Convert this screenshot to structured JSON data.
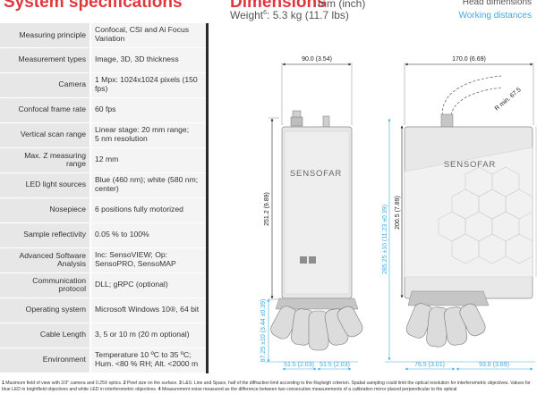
{
  "header": {
    "title": "System specifications",
    "dimensions_title": "Dimensions",
    "dimensions_unit": "mm (inch)",
    "weight_label": "Weight",
    "weight_sup": "6",
    "weight_value": ": 5.3 kg (11.7 lbs)",
    "legend_head": "Head dimensions",
    "legend_working": "Working distances"
  },
  "specs": [
    {
      "label": "Measuring principle",
      "value": "Confocal, CSI and Ai Focus Variation"
    },
    {
      "label": "Measurement types",
      "value": "Image, 3D, 3D thickness"
    },
    {
      "label": "Camera",
      "value": "1 Mpx: 1024x1024 pixels (150 fps)"
    },
    {
      "label": "Confocal frame rate",
      "value": "60 fps"
    },
    {
      "label": "Vertical scan range",
      "value": "Linear stage:  20 mm range;",
      "value2": "5 nm resolution"
    },
    {
      "label": "Max. Z measuring range",
      "value": "12 mm"
    },
    {
      "label": "LED light sources",
      "value": "Blue (460 nm); white (580 nm; center)"
    },
    {
      "label": "Nosepiece",
      "value": "6 positions fully motorized"
    },
    {
      "label": "Sample reflectivity",
      "value": "0.05 % to 100%"
    },
    {
      "label": "Advanced Software Analysis",
      "value": "Inc: SensoVIEW; Op: SensoPRO, SensoMAP"
    },
    {
      "label": "Communication protocol",
      "value": "DLL; gRPC (optional)"
    },
    {
      "label": "Operating system",
      "value": "Microsoft Windows 10®, 64 bit"
    },
    {
      "label": "Cable Length",
      "value": "3, 5 or 10 m (20 m optional)"
    },
    {
      "label": "Environment",
      "value": "Temperature 10 ºC to 35 ºC;",
      "value2": "Hum. <80 % RH; Alt. <2000 m"
    }
  ],
  "drawing": {
    "brand": "SENSOFAR",
    "front_width": "90.0 (3.54)",
    "front_height": "251.2 (9.89)",
    "front_working": "87.25 ±10 (3.44 ±0.39)",
    "front_bottom_left": "51.5 (2.03)",
    "front_bottom_right": "51.5 (2.03)",
    "side_width": "170.0 (6.69)",
    "side_height": "200.5 (7.89)",
    "side_total": "285.25 ±10 (11.23 ±0.39)",
    "side_bottom_left": "76.5 (3.01)",
    "side_bottom_right": "93.6 (3.69)",
    "cable_radius": "R min. 67.5"
  },
  "colors": {
    "accent": "#e0373f",
    "blue": "#3fa9e0"
  },
  "footnote": {
    "n1": "1",
    "t1": " Maximum field of view with 2/3\" camera and 0.25X optics.  ",
    "n2": "2",
    "t2": " Pixel size on the surface.  ",
    "n3": "3",
    "t3": " L&S: Line and Space, half of the diffraction limit according to the Rayleigh criterion. Spatial sampling could limit the optical resolution for interferometric objectives. Values for blue LED in brightfield objectives and white LED in interferometric objectives.  ",
    "n4": "4",
    "t4": " Measurement noise measured as the difference between two consecutive measurements of a calibration mirror placed perpendicular to the optical"
  }
}
